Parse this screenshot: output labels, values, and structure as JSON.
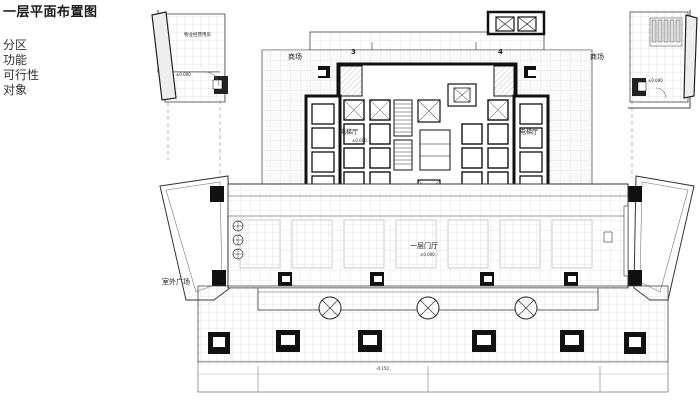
{
  "heading": "一层平面布置图",
  "sidebar": {
    "items": [
      "分区",
      "功能",
      "可行性",
      "对象"
    ]
  },
  "plan": {
    "labels": {
      "mall_left": "商场",
      "mall_right": "商场",
      "property_office": "物业经营用房",
      "elevator_hall_left": "电梯厅",
      "elevator_hall_right": "电梯厅",
      "lobby": "一层门厅",
      "outdoor_plaza": "室外广场",
      "col_3": "3",
      "col_4": "4",
      "elev_main": "±0.000",
      "elev_left": "±0.000",
      "elev_lobby": "±0.000",
      "elev_front": "-0.150",
      "elev_side": "±0.000"
    }
  }
}
